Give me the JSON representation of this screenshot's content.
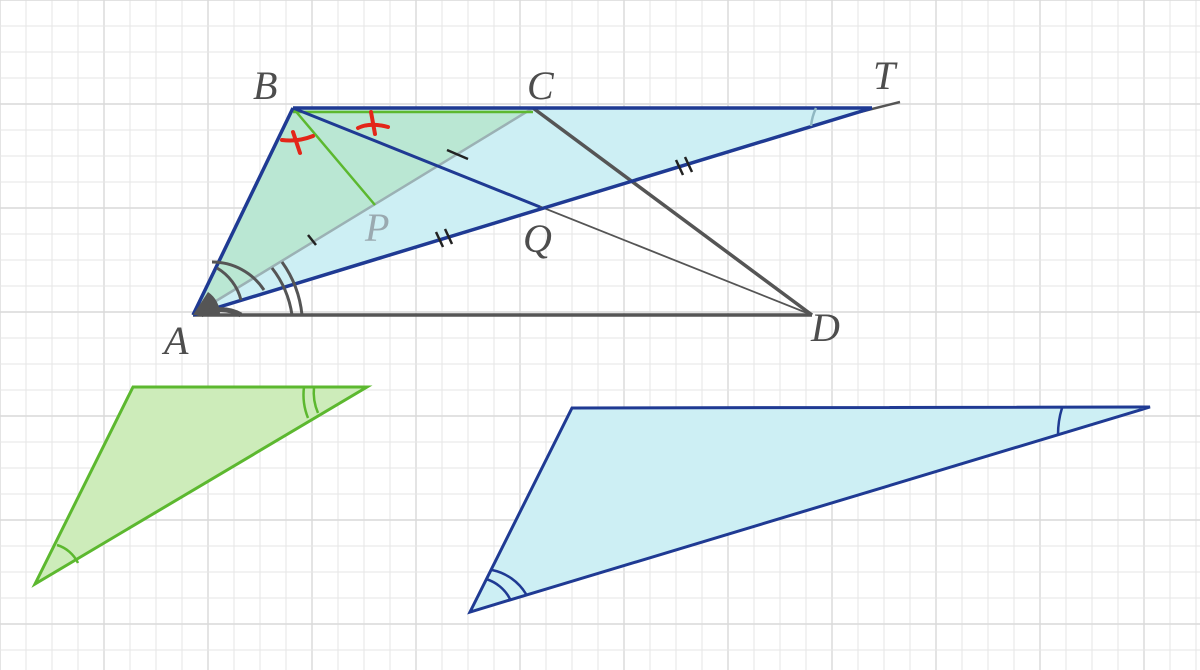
{
  "points": {
    "A": "A",
    "B": "B",
    "C": "C",
    "D": "D",
    "T": "T",
    "P": "P",
    "Q": "Q"
  },
  "colors": {
    "grid": "#e6e6e6",
    "grid_major": "#d9d9d9",
    "navy": "#1f3a93",
    "green_stroke": "#5cb82f",
    "green_fill": "#c3ecb0",
    "blue_fill": "#cdeff4",
    "teal_overlap": "#bfe6d6",
    "gray_line": "#555555",
    "red_mark": "#e32619",
    "label": "#4d4d4d"
  }
}
